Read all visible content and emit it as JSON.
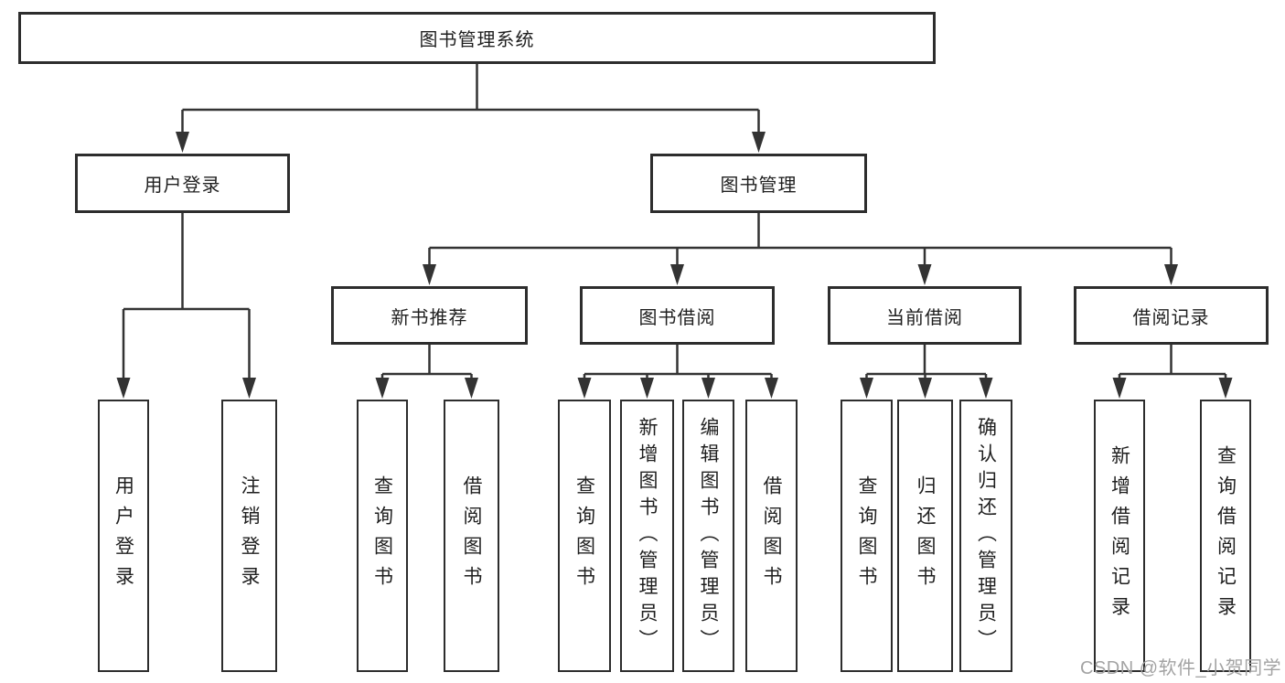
{
  "diagram": {
    "root": {
      "label": "图书管理系统"
    },
    "level2": [
      {
        "label": "用户登录"
      },
      {
        "label": "图书管理"
      }
    ],
    "level3": [
      {
        "label": "新书推荐"
      },
      {
        "label": "图书借阅"
      },
      {
        "label": "当前借阅"
      },
      {
        "label": "借阅记录"
      }
    ],
    "leaves": [
      {
        "label": "用户登录"
      },
      {
        "label": "注销登录"
      },
      {
        "label": "查询图书"
      },
      {
        "label": "借阅图书"
      },
      {
        "label": "查询图书"
      },
      {
        "label": "新增图书（管理员）"
      },
      {
        "label": "编辑图书（管理员）"
      },
      {
        "label": "借阅图书"
      },
      {
        "label": "查询图书"
      },
      {
        "label": "归还图书"
      },
      {
        "label": "确认归还（管理员）"
      },
      {
        "label": "新增借阅记录"
      },
      {
        "label": "查询借阅记录"
      }
    ]
  },
  "watermark": {
    "text": "CSDN @软件_小贺同学"
  },
  "colors": {
    "line": "#333333",
    "box_border": "#2d2d2d",
    "text": "#1f1f1f",
    "watermark": "#a3a3a3",
    "background": "#ffffff"
  }
}
